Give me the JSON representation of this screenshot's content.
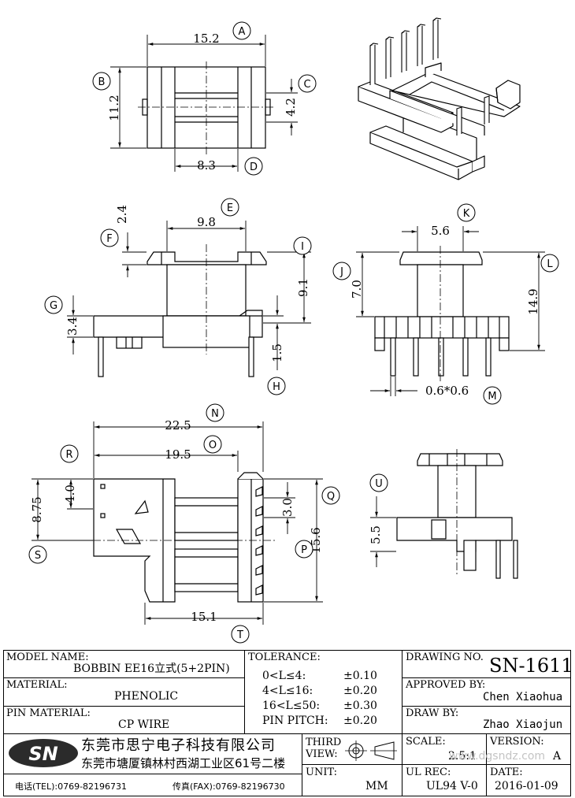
{
  "dimensions": {
    "a": "15.2",
    "b": "11.2",
    "c": "4.2",
    "d": "8.3",
    "e": "9.8",
    "f": "2.4",
    "g": "3.4",
    "h": "1.5",
    "i": "9.1",
    "j": "7.0",
    "k": "5.6",
    "l": "14.9",
    "m": "0.6*0.6",
    "n": "22.5",
    "o": "19.5",
    "r": "4.0",
    "s": "8.75",
    "p": "3.0",
    "q": "15.6",
    "t": "15.1",
    "u": "5.5"
  },
  "callouts": [
    "A",
    "B",
    "C",
    "D",
    "E",
    "F",
    "G",
    "H",
    "I",
    "J",
    "K",
    "L",
    "M",
    "N",
    "O",
    "P",
    "Q",
    "R",
    "S",
    "T",
    "U"
  ],
  "title_block": {
    "model_name_label": "MODEL NAME:",
    "model_name": "BOBBIN EE16立式(5+2PIN)",
    "material_label": "MATERIAL:",
    "material": "PHENOLIC",
    "pin_material_label": "PIN MATERIAL:",
    "pin_material": "CP WIRE",
    "tolerance_label": "TOLERANCE:",
    "tolerances": [
      {
        "range": "0<L≤4:",
        "value": "±0.10"
      },
      {
        "range": "4<L≤16:",
        "value": "±0.20"
      },
      {
        "range": "16<L≤50:",
        "value": "±0.30"
      },
      {
        "range": "PIN PITCH:",
        "value": "±0.20"
      }
    ],
    "drawing_no_label": "DRAWING NO.",
    "drawing_no": "SN-1611",
    "approved_by_label": "APPROVED BY:",
    "approved_by": "Chen Xiaohua",
    "draw_by_label": "DRAW BY:",
    "draw_by": "Zhao Xiaojun",
    "logo": "SN",
    "company_name": "东莞市思宁电子科技有限公司",
    "company_address": "东莞市塘厦镇林村西湖工业区61号二楼",
    "tel": "电话(TEL):0769-82196731",
    "fax": "传真(FAX):0769-82196730",
    "third_view_label": "THIRD VIEW:",
    "unit_label": "UNIT:",
    "unit": "MM",
    "scale_label": "SCALE:",
    "scale": "2.5:1",
    "version_label": "VERSION:",
    "version": "A",
    "ul_rec_label": "UL REC:",
    "ul_rec": "UL94 V-0",
    "date_label": "DATE:",
    "date": "2016-01-09",
    "watermark": "www.dgsndz.com"
  }
}
